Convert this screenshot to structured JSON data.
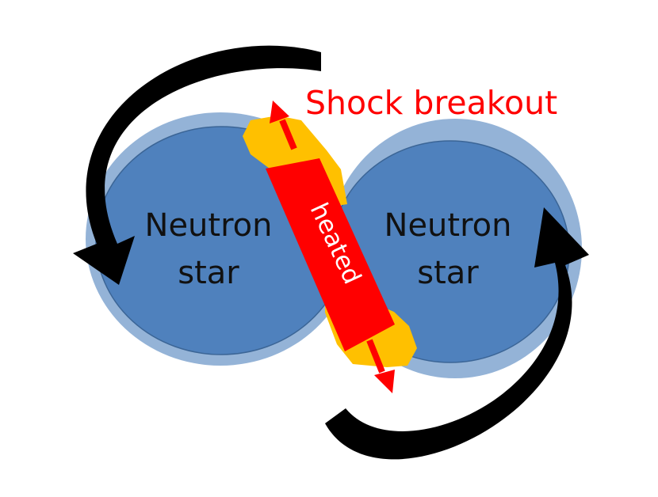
{
  "labels": {
    "left_star_line1": "Neutron",
    "left_star_line2": "star",
    "right_star_line1": "Neutron",
    "right_star_line2": "star",
    "heated": "heated",
    "shock_breakout": "Shock breakout"
  },
  "colors": {
    "background": "#ffffff",
    "star_halo": "#94b3d7",
    "star_core": "#4f81bd",
    "star_outline": "#3b6596",
    "star_text": "#111111",
    "hot_glow": "#ffc000",
    "heated_band": "#ff0000",
    "heated_text": "#ffffff",
    "shock_arrow": "#ff0000",
    "shock_text": "#ff0000",
    "orbit_arrow": "#000000"
  }
}
